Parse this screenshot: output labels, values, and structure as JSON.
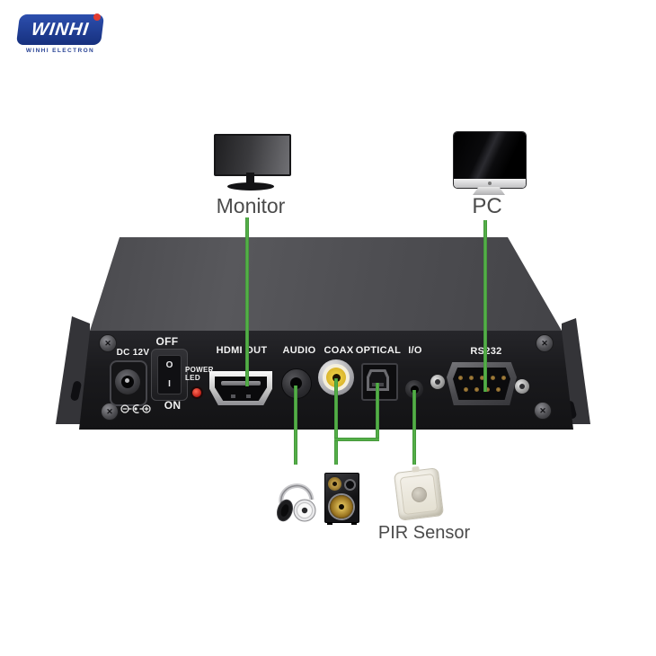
{
  "logo": {
    "brand": "WINHI",
    "subtitle": "WINHI ELECTRON",
    "blue": "#1d3e96",
    "dot_red": "#e23b30"
  },
  "connections": {
    "monitor_label": "Monitor",
    "pc_label": "PC",
    "pir_label": "PIR Sensor"
  },
  "panel": {
    "dc_label": "DC 12V",
    "off_label": "OFF",
    "on_label": "ON",
    "switch_off_glyph": "O",
    "switch_on_glyph": "I",
    "power_label_line1": "POWER",
    "power_label_line2": "LED",
    "hdmi_label": "HDMI OUT",
    "audio_label": "AUDIO",
    "coax_label": "COAX",
    "optical_label": "OPTICAL",
    "io_label": "I/O",
    "rs232_label": "RS232"
  },
  "colors": {
    "connection_line_green": "#4aa440",
    "panel_black": "#1a1a1d",
    "chassis_gray": "#4e4e52",
    "coax_yellow": "#e6c63c",
    "led_red": "#c8231f",
    "background": "#ffffff",
    "label_gray": "#4b4b4b"
  }
}
